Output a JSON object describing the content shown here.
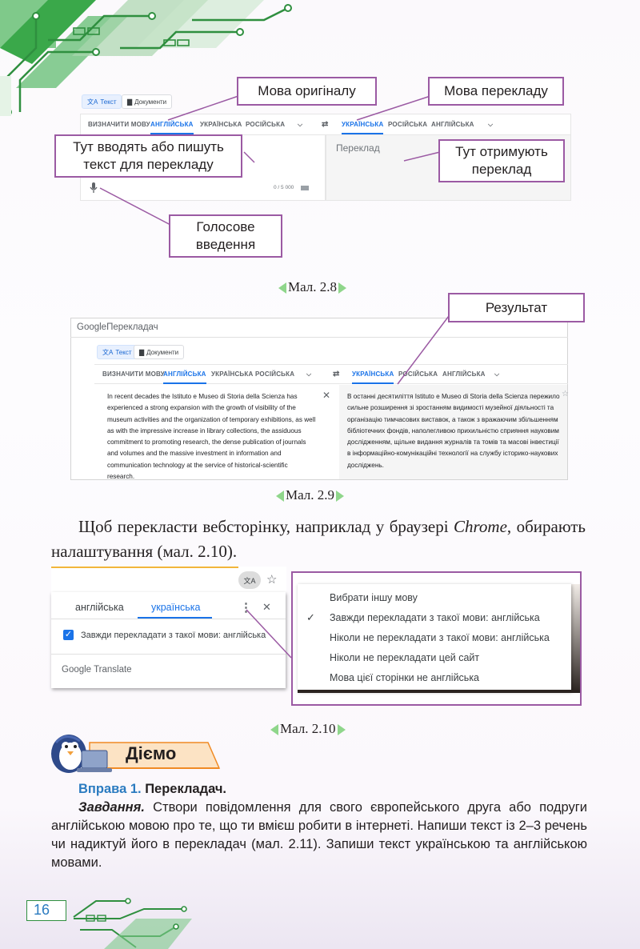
{
  "fig28": {
    "chip_text": "Текст",
    "chip_docs": "Документи",
    "tabs_left": [
      "ВИЗНАЧИТИ МОВУ",
      "АНГЛІЙСЬКА",
      "УКРАЇНСЬКА",
      "РОСІЙСЬКА"
    ],
    "tabs_right": [
      "УКРАЇНСЬКА",
      "РОСІЙСЬКА",
      "АНГЛІЙСЬКА"
    ],
    "output_placeholder": "Переклад",
    "char_count": "0 / 5 000",
    "callouts": {
      "source_lang": "Мова оригіналу",
      "target_lang": "Мова перекладу",
      "input": "Тут вводять або пишуть текст для перекладу",
      "output": "Тут отримують переклад",
      "voice": "Голосове введення"
    },
    "caption": "Мал. 2.8"
  },
  "fig29": {
    "logo_google": "Google",
    "logo_app": "Перекладач",
    "chip_text": "Текст",
    "chip_docs": "Документи",
    "tabs_left": [
      "ВИЗНАЧИТИ МОВУ",
      "АНГЛІЙСЬКА",
      "УКРАЇНСЬКА",
      "РОСІЙСЬКА"
    ],
    "tabs_right": [
      "УКРАЇНСЬКА",
      "РОСІЙСЬКА",
      "АНГЛІЙСЬКА"
    ],
    "source_text": "In recent decades the Istituto e Museo di Storia della Scienza has experienced a strong expansion with the growth of visibility of the museum activities and the organization of temporary exhibitions, as well as with the impressive increase in library collections, the assiduous commitment to promoting research, the dense publication of journals and volumes and the massive investment in information and communication technology at the service of historical-scientific research.",
    "translated_text": "В останні десятиліття Istituto e Museo di Storia della Scienza пережило сильне розширення зі зростанням видимості музейної діяльності та організацію тимчасових виставок, а також з вражаючим збільшенням бібліотечних фондів, наполегливою прихильністю сприяння науковим дослідженням, щільне видання журналів та томів та масові інвестиції в інформаційно-комунікаційні технології на службу історико-наукових досліджень.",
    "callout_result": "Результат",
    "caption": "Мал. 2.9"
  },
  "paragraph": {
    "part1": "Щоб перекласти вебсторінку, наприклад у браузері ",
    "italic": "Chrome",
    "part2": ", обирають налаштування (мал. 2.10)."
  },
  "fig210": {
    "tab_en": "англійська",
    "tab_uk": "українська",
    "checkbox_label": "Завжди перекладати з такої мови: англійська",
    "footer": "Google Translate",
    "menu_items": [
      "Вибрати іншу мову",
      "Завжди перекладати з такої мови: англійська",
      "Ніколи не перекладати з такої мови: англійська",
      "Ніколи не перекладати цей сайт",
      "Мова цієї сторінки не англійська"
    ],
    "caption": "Мал. 2.10"
  },
  "section": {
    "title": "Діємо",
    "exercise_label": "Вправа 1.",
    "exercise_title": "Перекладач.",
    "task_label": "Завдання.",
    "task_text": "Створи повідомлення для свого європейського друга або подруги англійською мовою про те, що ти вмієш робити в інтернеті. Напиши текст із 2–3 речень чи надиктуй його в перекладач (мал. 2.11). Запиши текст українською та англійською мовами."
  },
  "page_number": "16",
  "colors": {
    "callout_border": "#9b5aa3",
    "accent_blue": "#1a73e8",
    "heading_blue": "#2b7bc0",
    "caption_arrow": "#8fd68b",
    "section_orange": "#f08a24",
    "decor_green": "#3aa84a"
  }
}
